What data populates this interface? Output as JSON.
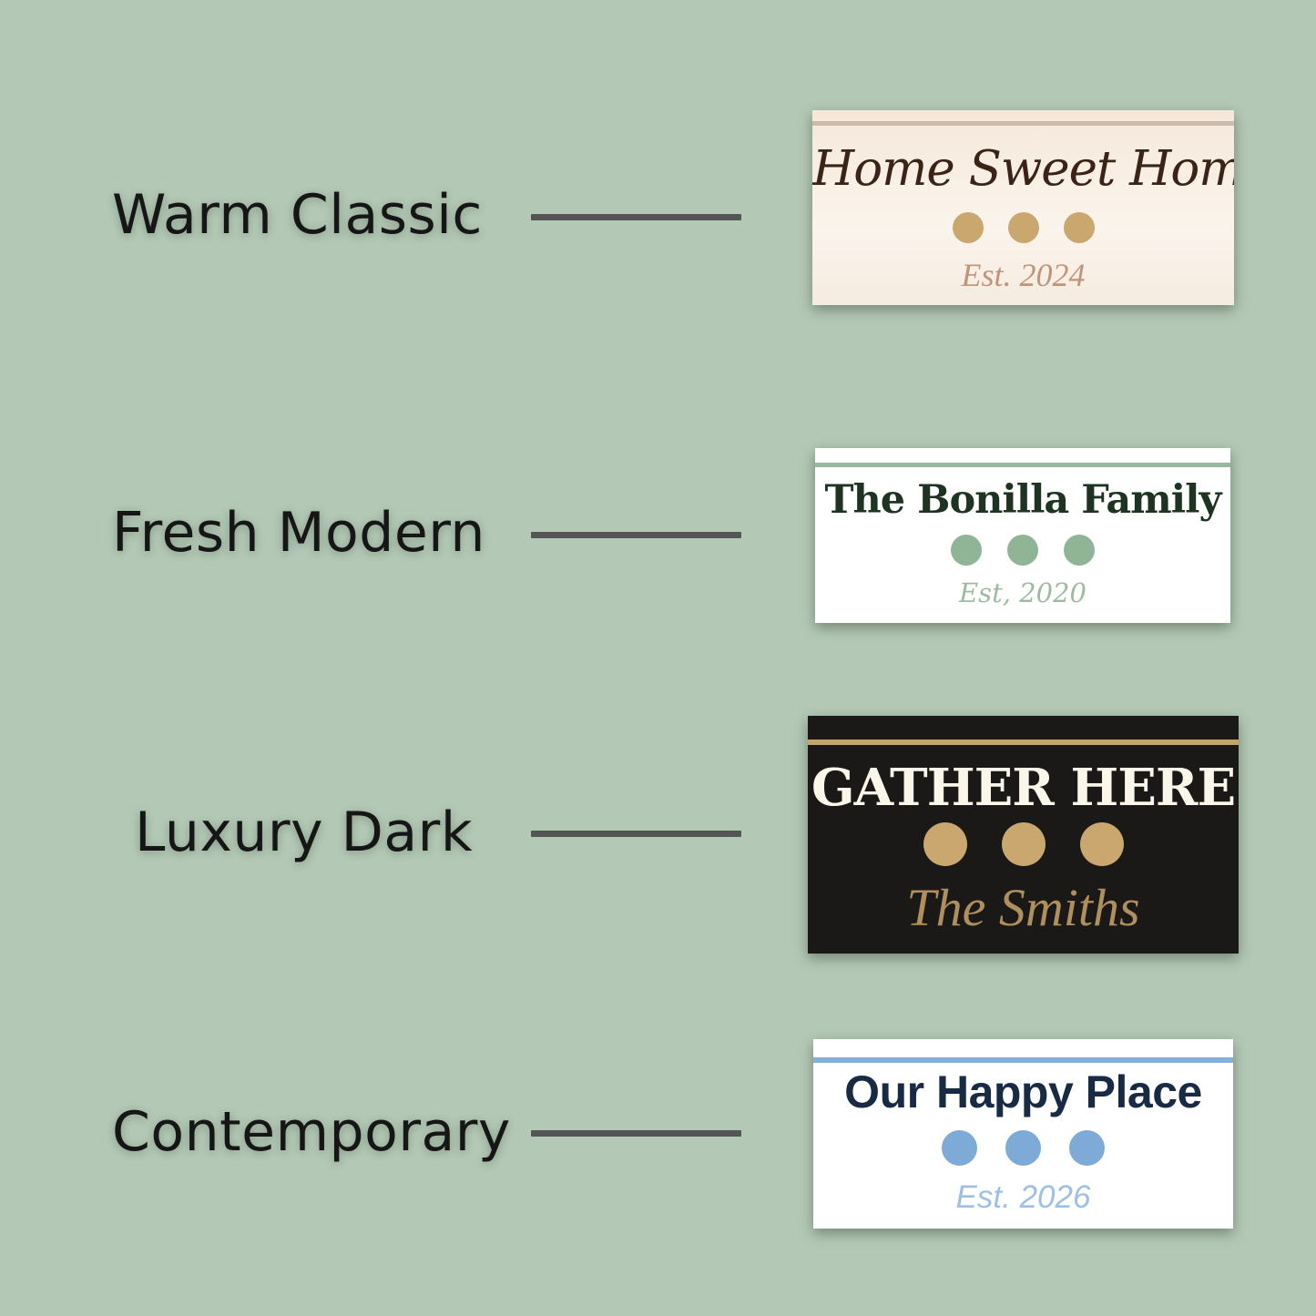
{
  "colors": {
    "background": "#b3c9b5",
    "connector": "#555555"
  },
  "rows": [
    {
      "label": "Warm Classic",
      "card": {
        "title": "Home Sweet Home",
        "subtitle": "Est. 2024",
        "dot_count": 3,
        "colors": {
          "bg": "#f8ede2",
          "stripe": "#cbbbae",
          "title": "#3a2418",
          "dots": "#c9a76e",
          "subtitle": "#c0957c"
        }
      }
    },
    {
      "label": "Fresh Modern",
      "card": {
        "title": "The Bonilla Family",
        "subtitle": "Est, 2020",
        "dot_count": 3,
        "colors": {
          "bg": "#ffffff",
          "stripe": "#9ab89e",
          "title": "#1f3322",
          "dots": "#8fb496",
          "subtitle": "#9dbba1"
        }
      }
    },
    {
      "label": "Luxury Dark",
      "card": {
        "title": "GATHER HERE",
        "subtitle": "The Smiths",
        "dot_count": 3,
        "colors": {
          "bg": "#1a1917",
          "stripe": "#c6a56b",
          "title": "#fbf6ea",
          "dots": "#c9a76e",
          "subtitle": "#b08f5e"
        }
      }
    },
    {
      "label": "Contemporary",
      "card": {
        "title": "Our Happy Place",
        "subtitle": "Est. 2026",
        "dot_count": 3,
        "colors": {
          "bg": "#ffffff",
          "stripe": "#86aedb",
          "title": "#182a44",
          "dots": "#7eaad7",
          "subtitle": "#9ec0e4"
        }
      }
    }
  ]
}
